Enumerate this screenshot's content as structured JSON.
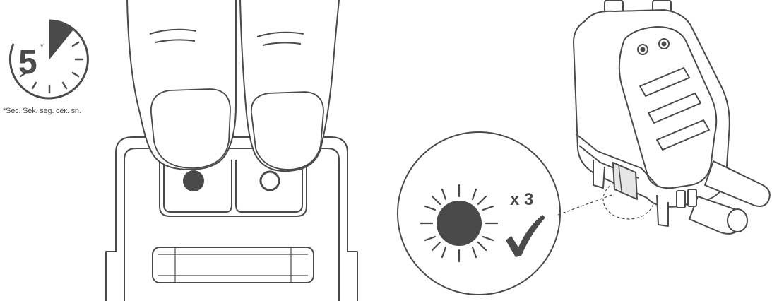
{
  "timer": {
    "value": "5",
    "asterisk": "*",
    "footnote": "*Sec. Sek. seg. сек. sn.",
    "elapsed_fraction": 0.0833
  },
  "indicator": {
    "repeat_label": "x 3",
    "check_glyph": "✓",
    "light_state": "on"
  },
  "buttons": {
    "left_state": "pressed-filled",
    "right_state": "pressed-open"
  },
  "colors": {
    "line": "#4a4a4a",
    "fill_dark": "#4a4a4a",
    "fill_light": "#e6e6e6",
    "background": "#ffffff"
  }
}
